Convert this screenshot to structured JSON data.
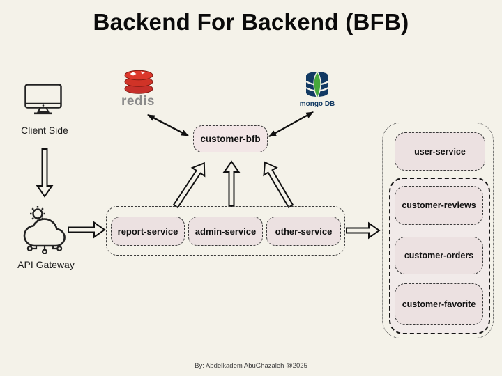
{
  "title": "Backend For Backend (BFB)",
  "client": {
    "label": "Client Side"
  },
  "gateway": {
    "label": "API Gateway"
  },
  "redis": {
    "label": "redis"
  },
  "mongo": {
    "label": "mongo DB"
  },
  "bfb": {
    "label": "customer-bfb"
  },
  "services": {
    "items": [
      {
        "label": "report-service"
      },
      {
        "label": "admin-service"
      },
      {
        "label": "other-service"
      }
    ]
  },
  "panel": {
    "user_service": {
      "label": "user-service"
    },
    "group": {
      "items": [
        {
          "label": "customer-reviews"
        },
        {
          "label": "customer-orders"
        },
        {
          "label": "customer-favorite"
        }
      ]
    }
  },
  "footer": {
    "credit": "By: Abdelkadem AbuGhazaleh @2025"
  },
  "colors": {
    "background": "#f4f2e9",
    "box_fill": "#ece1e1",
    "bfb_fill": "#f2e6e6",
    "border": "#3a3a3a",
    "arrow": "#111111",
    "redis_red": "#d03327",
    "redis_text": "#8a8a8a",
    "mongo_navy": "#123a63",
    "mongo_green": "#47a83c"
  }
}
